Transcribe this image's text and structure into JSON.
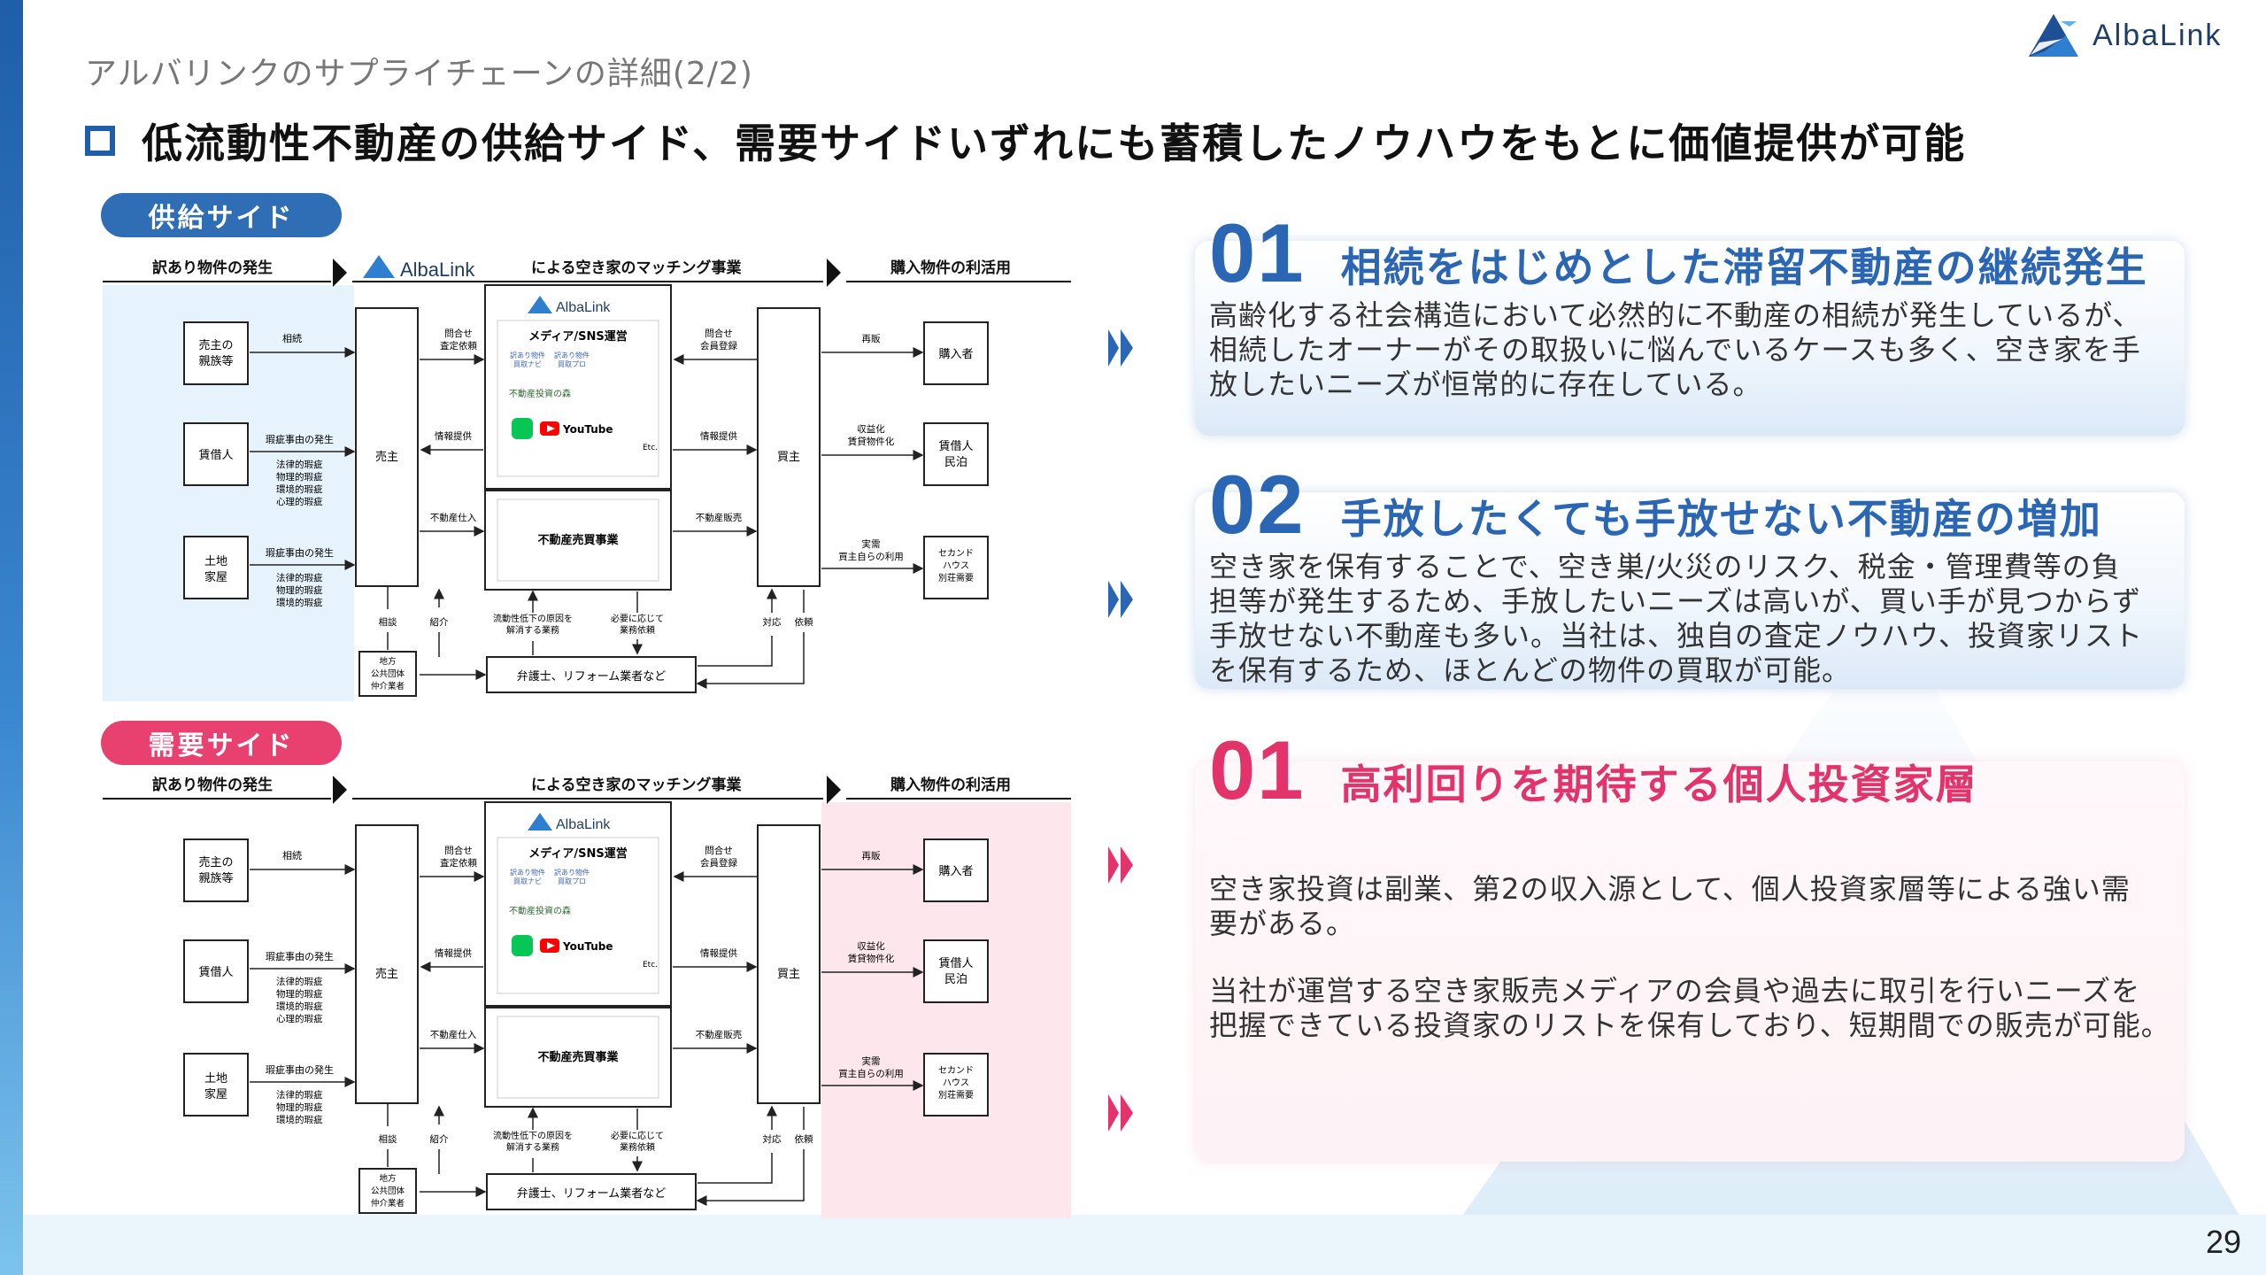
{
  "header": {
    "breadcrumb": "アルバリンクのサプライチェーンの詳細(2/2)",
    "headline": "低流動性不動産の供給サイド、需要サイドいずれにも蓄積したノウハウをもとに価値提供が可能",
    "logo_text": "AlbaLink"
  },
  "colors": {
    "blue": "#2a66b3",
    "pink": "#e2336b",
    "supply_bg": "#e6f3fc",
    "demand_bg": "#fde7ec"
  },
  "supply": {
    "label": "供給サイド",
    "diagram": {
      "col_left": "訳あり物件の発生",
      "col_mid": "による空き家のマッチング事業",
      "col_right": "購入物件の利活用",
      "logo_small": "AlbaLink",
      "owner_family": [
        "売主の",
        "親族等"
      ],
      "tenant": "賃借人",
      "land_house": [
        "土地",
        "家屋"
      ],
      "seller": "売主",
      "buyer": "買主",
      "buyer_person": "購入者",
      "rental": [
        "賃借人",
        "民泊"
      ],
      "second_house": [
        "セカンド",
        "ハウス",
        "別荘需要"
      ],
      "local_orgs": [
        "地方",
        "公共団体",
        "仲介業者"
      ],
      "experts": "弁護士、リフォーム業者など",
      "media_title": "メディア/SNS運営",
      "media_etc": "Etc.",
      "youtube": "YouTube",
      "realestate_biz": "不動産売買事業",
      "inherit": "相続",
      "defect_reason": "瑕疵事由の発生",
      "defects4": [
        "法律的瑕疵",
        "物理的瑕疵",
        "環境的瑕疵",
        "心理的瑕疵"
      ],
      "defects3": [
        "法律的瑕疵",
        "物理的瑕疵",
        "環境的瑕疵"
      ],
      "inquiry_appraisal": [
        "問合せ",
        "査定依頼"
      ],
      "info_offer": "情報提供",
      "purchase": "不動産仕入",
      "inquiry_member": [
        "問合せ",
        "会員登録"
      ],
      "info_offer2": "情報提供",
      "sale": "不動産販売",
      "resale": "再販",
      "profit": [
        "収益化",
        "賃貸物件化"
      ],
      "self_use": [
        "実需",
        "買主自らの利用"
      ],
      "consult": "相談",
      "introduce": "紹介",
      "resolve": [
        "流動性低下の原因を",
        "解消する業務"
      ],
      "as_needed": [
        "必要に応じて",
        "業務依頼"
      ],
      "respond": "対応",
      "request": "依頼",
      "sites": [
        "訳あり物件",
        "買取ナビ",
        "訳あり物件",
        "買取プロ"
      ],
      "site3": "不動産投資の森"
    }
  },
  "demand": {
    "label": "需要サイド"
  },
  "cards": [
    {
      "num": "01",
      "title": "相続をはじめとした滞留不動産の継続発生",
      "lines": [
        "高齢化する社会構造において必然的に不動産の相続が発生しているが、",
        "相続したオーナーがその取扱いに悩んでいるケースも多く、空き家を手",
        "放したいニーズが恒常的に存在している。"
      ]
    },
    {
      "num": "02",
      "title": "手放したくても手放せない不動産の増加",
      "lines": [
        "空き家を保有することで、空き巣/火災のリスク、税金・管理費等の負",
        "担等が発生するため、手放したいニーズは高いが、買い手が見つからず",
        "手放せない不動産も多い。当社は、独自の査定ノウハウ、投資家リスト",
        "を保有するため、ほとんどの物件の買取が可能。"
      ]
    },
    {
      "num": "01",
      "title": "高利回りを期待する個人投資家層",
      "lines_a": [
        "空き家投資は副業、第2の収入源として、個人投資家層等による強い需",
        "要がある。"
      ],
      "lines_b": [
        "当社が運営する空き家販売メディアの会員や過去に取引を行いニーズを",
        "把握できている投資家のリストを保有しており、短期間での販売が可能。"
      ]
    }
  ],
  "page_number": "29"
}
